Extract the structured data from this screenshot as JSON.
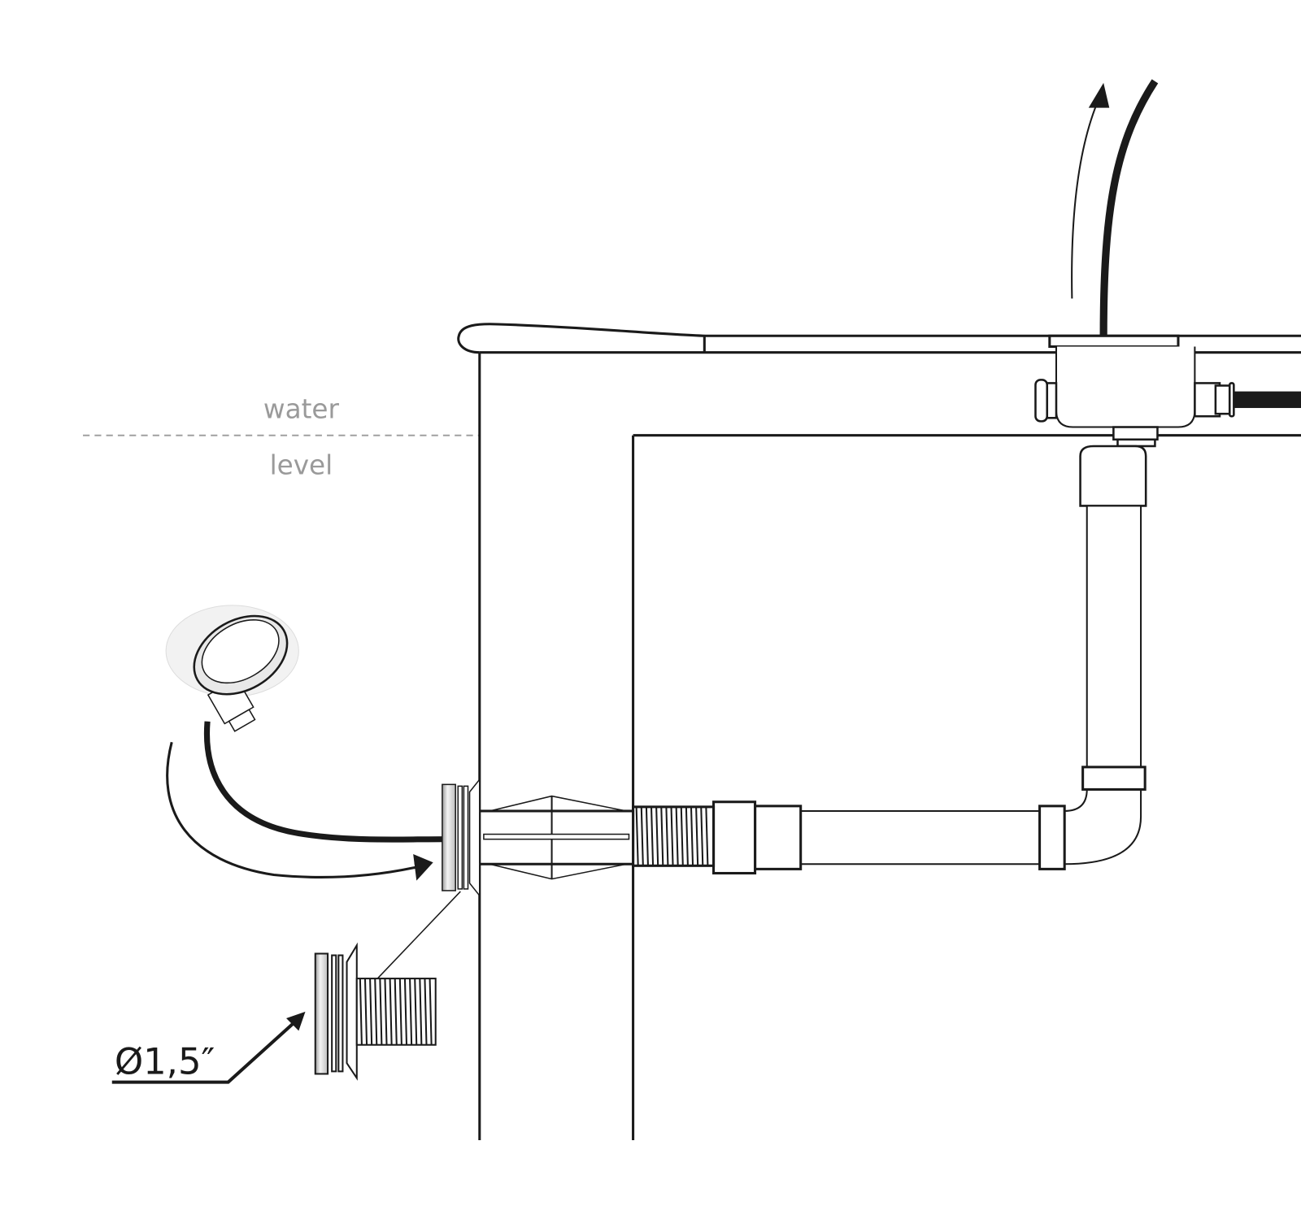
{
  "labels": {
    "water": "water",
    "level": "level",
    "diameter": "Ø1,5″"
  },
  "colors": {
    "line": "#1a1a1a",
    "label_gray": "#9a9a9a",
    "dash": "#a0a0a0"
  }
}
